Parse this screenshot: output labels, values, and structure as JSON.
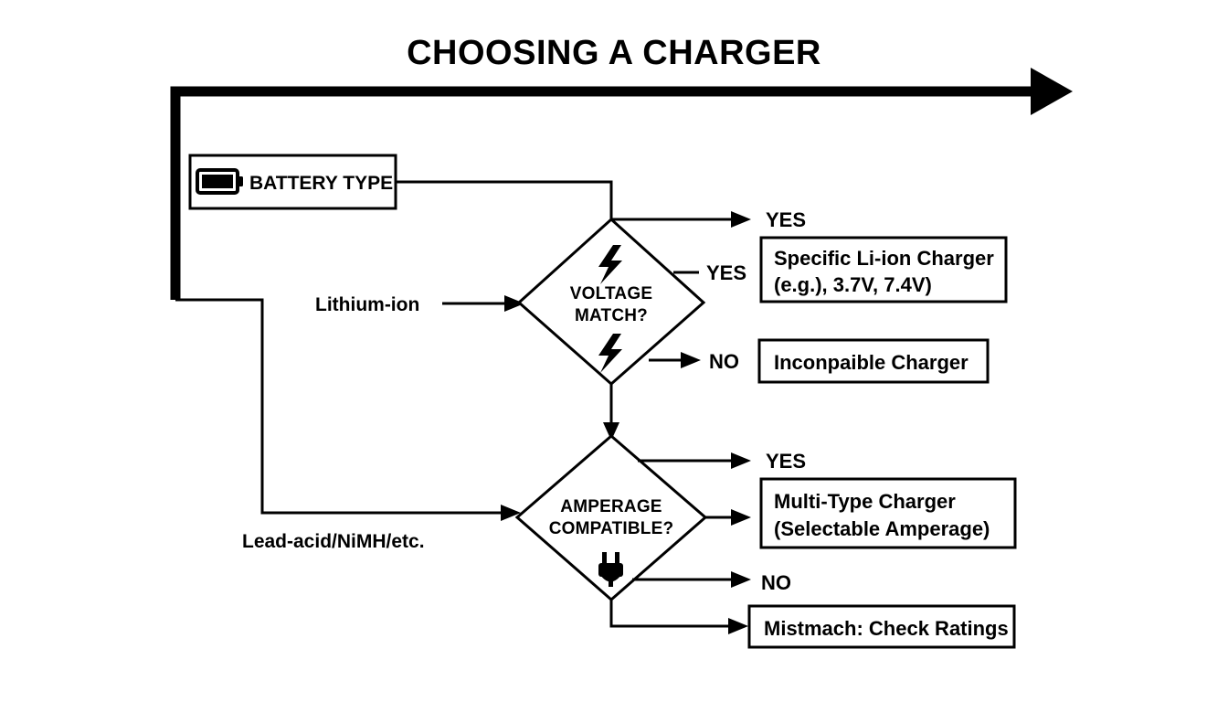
{
  "diagram": {
    "title": "CHOOSING A CHARGER",
    "type": "flowchart",
    "background_color": "#ffffff",
    "line_color": "#000000",
    "start_node": {
      "label": "BATTERY TYPE",
      "icon": "battery-icon"
    },
    "inputs": [
      {
        "label": "Lithium-ion"
      },
      {
        "label": "Lead-acid/NiMH/etc."
      }
    ],
    "decisions": [
      {
        "id": "voltage-match",
        "line1": "VOLTAGE",
        "line2": "MATCH?",
        "icons": [
          "lightning-bolt-icon",
          "lightning-bolt-icon"
        ]
      },
      {
        "id": "amperage-compatible",
        "line1": "AMPERAGE",
        "line2": "COMPATIBLE?",
        "icons": [
          "plug-icon"
        ]
      }
    ],
    "branch_labels": {
      "voltage_top_yes": "YES",
      "voltage_side_yes": "YES",
      "voltage_no": "NO",
      "amperage_yes": "YES",
      "amperage_no": "NO"
    },
    "outcomes": [
      {
        "id": "li-ion-charger",
        "line1": "Specific Li-ion Charger",
        "line2": "(e.g.), 3.7V, 7.4V)"
      },
      {
        "id": "incompatible-charger",
        "line1": "Inconpaible Charger",
        "line2": ""
      },
      {
        "id": "multi-type-charger",
        "line1": "Multi-Type Charger",
        "line2": "(Selectable Amperage)"
      },
      {
        "id": "mismatch-check-ratings",
        "line1": "Mistmach: Check Ratings",
        "line2": ""
      }
    ]
  }
}
